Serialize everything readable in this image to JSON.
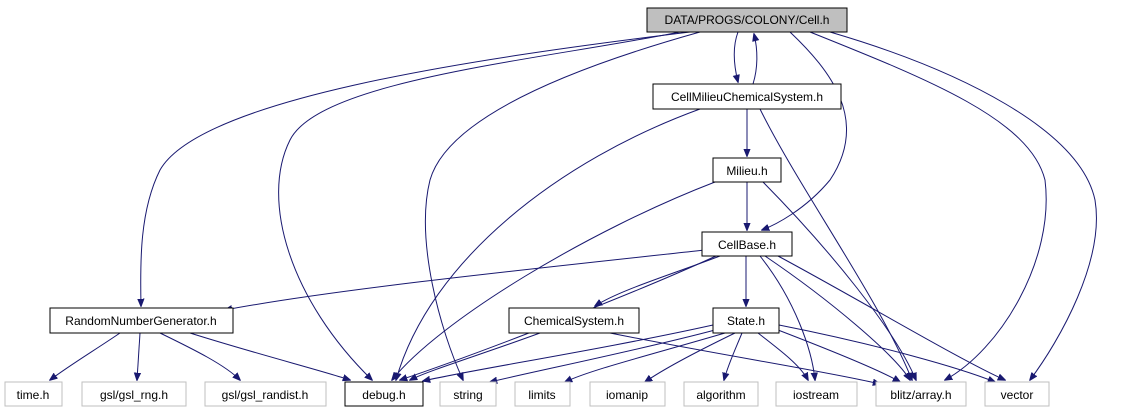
{
  "graph": {
    "colors": {
      "root_fill": "#bfbfbf",
      "node_stroke": "#000000",
      "system_stroke": "#bfbfbf",
      "edge": "#191970"
    },
    "nodes": {
      "cell": "DATA/PROGS/COLONY/Cell.h",
      "cellmilieu": "CellMilieuChemicalSystem.h",
      "milieu": "Milieu.h",
      "cellbase": "CellBase.h",
      "rng": "RandomNumberGenerator.h",
      "chemsys": "ChemicalSystem.h",
      "state": "State.h",
      "time": "time.h",
      "gslrng": "gsl/gsl_rng.h",
      "gslrandist": "gsl/gsl_randist.h",
      "debug": "debug.h",
      "string": "string",
      "limits": "limits",
      "iomanip": "iomanip",
      "algorithm": "algorithm",
      "iostream": "iostream",
      "blitz": "blitz/array.h",
      "vector": "vector"
    },
    "edges": [
      [
        "cell",
        "cellmilieu"
      ],
      [
        "cellmilieu",
        "cell"
      ],
      [
        "cell",
        "rng"
      ],
      [
        "cell",
        "debug"
      ],
      [
        "cell",
        "string"
      ],
      [
        "cell",
        "cellbase"
      ],
      [
        "cell",
        "blitz"
      ],
      [
        "cell",
        "vector"
      ],
      [
        "cellmilieu",
        "milieu"
      ],
      [
        "cellmilieu",
        "debug"
      ],
      [
        "cellmilieu",
        "blitz"
      ],
      [
        "milieu",
        "cellbase"
      ],
      [
        "milieu",
        "debug"
      ],
      [
        "milieu",
        "blitz"
      ],
      [
        "cellbase",
        "rng"
      ],
      [
        "cellbase",
        "chemsys"
      ],
      [
        "cellbase",
        "state"
      ],
      [
        "cellbase",
        "debug"
      ],
      [
        "cellbase",
        "iostream"
      ],
      [
        "cellbase",
        "blitz"
      ],
      [
        "cellbase",
        "vector"
      ],
      [
        "rng",
        "time"
      ],
      [
        "rng",
        "gslrng"
      ],
      [
        "rng",
        "gslrandist"
      ],
      [
        "rng",
        "debug"
      ],
      [
        "chemsys",
        "debug"
      ],
      [
        "chemsys",
        "blitz"
      ],
      [
        "state",
        "debug"
      ],
      [
        "state",
        "string"
      ],
      [
        "state",
        "limits"
      ],
      [
        "state",
        "iomanip"
      ],
      [
        "state",
        "algorithm"
      ],
      [
        "state",
        "iostream"
      ],
      [
        "state",
        "blitz"
      ],
      [
        "state",
        "vector"
      ]
    ]
  }
}
